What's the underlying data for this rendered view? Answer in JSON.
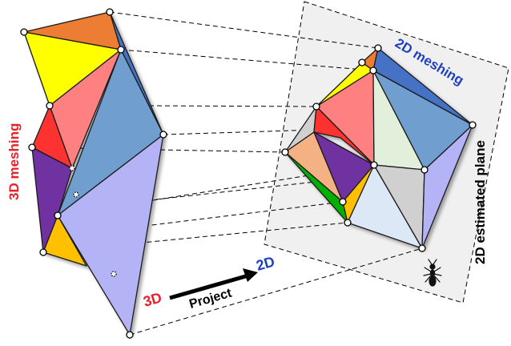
{
  "labels": {
    "mesh3d": "3D meshing",
    "mesh2d": "2D meshing",
    "plane": "2D estimated plane",
    "from": "3D",
    "action": "Project",
    "to": "2D"
  },
  "colors": {
    "mesh3d_label": "#e8202a",
    "mesh2d_label": "#1f3fbf",
    "from_label": "#e8202a",
    "to_label": "#1f3fbf",
    "plane_fill": "#f0f0f0",
    "orange": "#ed7d31",
    "yellow": "#ffff00",
    "salmon": "#ff8080",
    "steel_blue": "#6f9fcf",
    "navy_blue": "#4472c4",
    "red": "#ff3333",
    "purple": "#7030a0",
    "lavender": "#b3b3f5",
    "gold": "#ffc000",
    "peach": "#f4b183",
    "green": "#00b000",
    "light_green": "#e2efda",
    "light_blue": "#dde8f6",
    "gray": "#d0d0d0"
  },
  "icons": [
    "ant-icon",
    "arrow-right-icon"
  ]
}
